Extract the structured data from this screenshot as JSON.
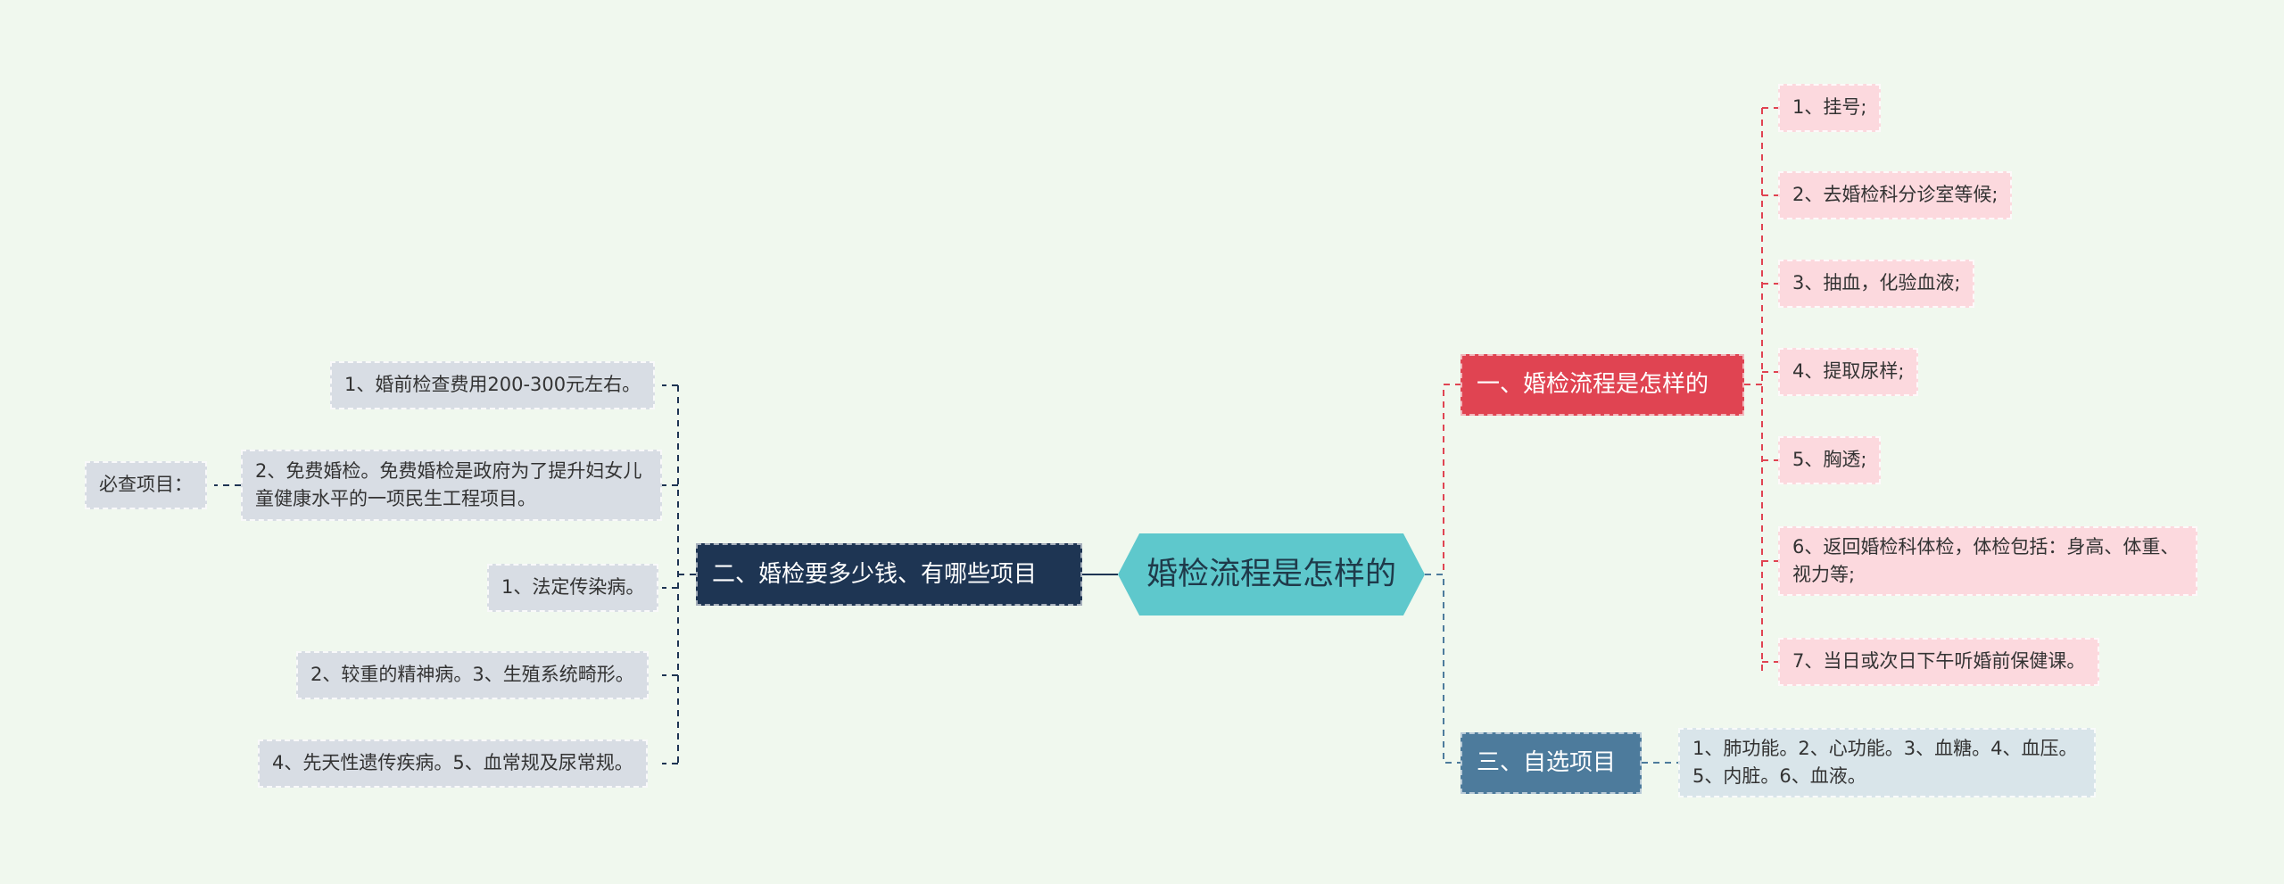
{
  "root": {
    "label": "婚检流程是怎样的"
  },
  "branch1": {
    "label": "一、婚检流程是怎样的",
    "items": [
      "1、挂号;",
      "2、去婚检科分诊室等候;",
      "3、抽血，化验血液;",
      "4、提取尿样;",
      "5、胸透;",
      "6、返回婚检科体检，体检包括：身高、体重、视力等;",
      "7、当日或次日下午听婚前保健课。"
    ]
  },
  "branch2": {
    "label": "二、婚检要多少钱、有哪些项目",
    "items": [
      "1、婚前检查费用200-300元左右。",
      "2、免费婚检。免费婚检是政府为了提升妇女儿童健康水平的一项民生工程项目。",
      "1、法定传染病。",
      "2、较重的精神病。3、生殖系统畸形。",
      "4、先天性遗传疾病。5、血常规及尿常规。"
    ],
    "sub_label": "必查项目："
  },
  "branch3": {
    "label": "三、自选项目",
    "items": [
      "1、肺功能。2、心功能。3、血糖。4、血压。5、内脏。6、血液。"
    ]
  },
  "colors": {
    "background": "#f0f8ee",
    "root": "#5ec8cc",
    "branch1": "#e04452",
    "branch2": "#1e3553",
    "branch3": "#4d7b9c",
    "leaf_pink": "#fcd9de",
    "leaf_grey": "#d8dde4",
    "leaf_blue": "#d9e5ea"
  }
}
